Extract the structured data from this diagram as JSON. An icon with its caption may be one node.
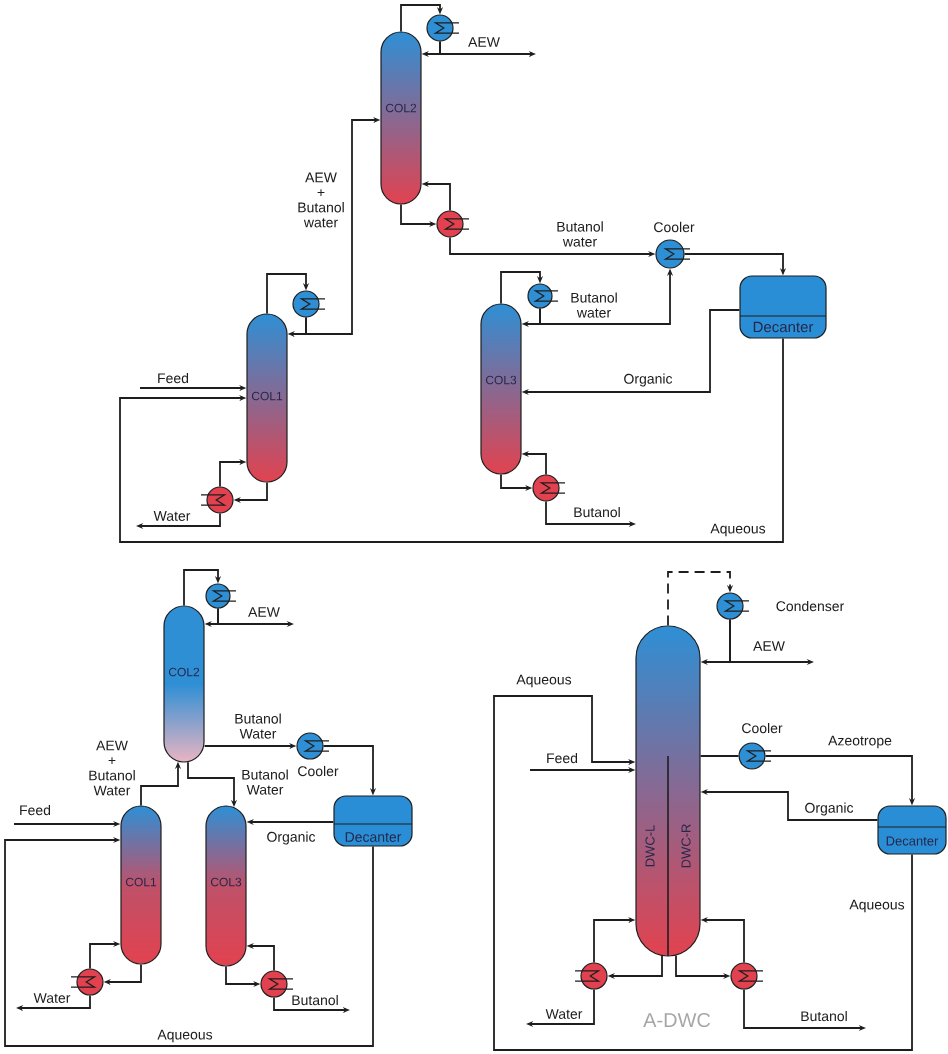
{
  "diagram": {
    "nodes": [
      {
        "text": [
          "COL2"
        ]
      },
      {
        "text": [],
        "shape": "circle"
      },
      {
        "text": [],
        "shape": "circle"
      },
      {
        "text": [
          "COL1"
        ]
      },
      {
        "text": [],
        "shape": "circle"
      },
      {
        "text": [],
        "shape": "circle"
      },
      {
        "text": [
          "COL3"
        ]
      },
      {
        "text": [],
        "shape": "circle"
      },
      {
        "text": [],
        "shape": "circle"
      },
      {
        "text": [],
        "shape": "circle",
        "beside": [
          "Cooler"
        ]
      },
      {
        "text": [
          "Decanter"
        ]
      },
      {
        "text": [
          "COL2"
        ]
      },
      {
        "text": [],
        "shape": "circle"
      },
      {
        "text": [],
        "shape": "circle",
        "beside": [
          "Cooler"
        ]
      },
      {
        "text": [
          "COL1"
        ]
      },
      {
        "text": [
          "COL3"
        ]
      },
      {
        "text": [
          "Decanter"
        ]
      },
      {
        "text": [],
        "shape": "circle"
      },
      {
        "text": [],
        "shape": "circle"
      },
      {
        "text": [],
        "shape": "circle",
        "beside": [
          "Condenser"
        ]
      },
      {
        "text": [
          "DWC-L",
          "DWC-R"
        ]
      },
      {
        "text": [],
        "shape": "circle",
        "beside": [
          "Cooler"
        ]
      },
      {
        "text": [
          "Decanter"
        ]
      },
      {
        "text": [],
        "shape": "circle"
      },
      {
        "text": [],
        "shape": "circle"
      }
    ],
    "edges": [
      {
        "from": 0,
        "to": 1,
        "arrow": "to"
      },
      {
        "from": 1,
        "to": 0,
        "arrow": "to"
      },
      {
        "from": 1,
        "to": null,
        "arrow": "to",
        "label": "AEW"
      },
      {
        "from": 0,
        "to": 2,
        "arrow": "to"
      },
      {
        "from": 2,
        "to": 0,
        "arrow": "to"
      },
      {
        "from": 2,
        "to": 9,
        "arrow": "to",
        "label": "Butanol water"
      },
      {
        "from": 3,
        "to": 4,
        "arrow": "to"
      },
      {
        "from": 4,
        "to": 3,
        "arrow": "to"
      },
      {
        "from": 4,
        "to": 0,
        "arrow": "to",
        "label": "AEW + Butanol water"
      },
      {
        "from": null,
        "to": 3,
        "arrow": "to",
        "label": "Feed"
      },
      {
        "from": 3,
        "to": 5,
        "arrow": "to"
      },
      {
        "from": 5,
        "to": 3,
        "arrow": "to"
      },
      {
        "from": 5,
        "to": null,
        "arrow": "to",
        "label": "Water"
      },
      {
        "from": 6,
        "to": 7,
        "arrow": "to"
      },
      {
        "from": 7,
        "to": 6,
        "arrow": "to"
      },
      {
        "from": 7,
        "to": 9,
        "arrow": "to",
        "label": "Butanol water"
      },
      {
        "from": 6,
        "to": 8,
        "arrow": "to"
      },
      {
        "from": 8,
        "to": 6,
        "arrow": "to"
      },
      {
        "from": 8,
        "to": null,
        "arrow": "to",
        "label": "Butanol"
      },
      {
        "from": 9,
        "to": 10,
        "arrow": "to"
      },
      {
        "from": 10,
        "to": 6,
        "arrow": "to",
        "label": "Organic"
      },
      {
        "from": 10,
        "to": 3,
        "arrow": "to",
        "label": "Aqueous"
      },
      {
        "from": 11,
        "to": 12,
        "arrow": "to"
      },
      {
        "from": 12,
        "to": 11,
        "arrow": "to"
      },
      {
        "from": 12,
        "to": null,
        "arrow": "to",
        "label": "AEW"
      },
      {
        "from": 11,
        "to": 13,
        "arrow": "to",
        "label": "Butanol Water"
      },
      {
        "from": 13,
        "to": 16,
        "arrow": "to"
      },
      {
        "from": 14,
        "to": 11,
        "arrow": "to",
        "label": "AEW + Butanol Water"
      },
      {
        "from": 11,
        "to": 15,
        "arrow": "to",
        "label": "Butanol Water"
      },
      {
        "from": null,
        "to": 14,
        "arrow": "to",
        "label": "Feed"
      },
      {
        "from": 16,
        "to": 14,
        "arrow": "to",
        "label": "Aqueous"
      },
      {
        "from": 16,
        "to": 15,
        "arrow": "to",
        "label": "Organic"
      },
      {
        "from": 14,
        "to": 17,
        "arrow": "to"
      },
      {
        "from": 17,
        "to": 14,
        "arrow": "to"
      },
      {
        "from": 17,
        "to": null,
        "arrow": "to",
        "label": "Water"
      },
      {
        "from": 15,
        "to": 18,
        "arrow": "to"
      },
      {
        "from": 18,
        "to": 15,
        "arrow": "to"
      },
      {
        "from": 18,
        "to": null,
        "arrow": "to",
        "label": "Butanol"
      },
      {
        "from": 20,
        "to": 19,
        "arrow": "to",
        "style": "dashed"
      },
      {
        "from": 19,
        "to": 20,
        "arrow": "to"
      },
      {
        "from": 19,
        "to": null,
        "arrow": "to",
        "label": "AEW"
      },
      {
        "from": null,
        "to": 20,
        "arrow": "to",
        "label": "Feed"
      },
      {
        "from": 20,
        "to": 21,
        "arrow": "none"
      },
      {
        "from": 21,
        "to": 22,
        "arrow": "to",
        "label": "Azeotrope"
      },
      {
        "from": 22,
        "to": 20,
        "arrow": "to",
        "label": "Organic"
      },
      {
        "from": 22,
        "to": 20,
        "arrow": "to",
        "label": "Aqueous"
      },
      {
        "from": 20,
        "to": 23,
        "arrow": "to"
      },
      {
        "from": 23,
        "to": 20,
        "arrow": "to"
      },
      {
        "from": 23,
        "to": null,
        "arrow": "to",
        "label": "Water"
      },
      {
        "from": 20,
        "to": 24,
        "arrow": "to"
      },
      {
        "from": 24,
        "to": 20,
        "arrow": "to"
      },
      {
        "from": 24,
        "to": null,
        "arrow": "to",
        "label": "Butanol"
      }
    ],
    "labels": [
      "Aqueous",
      "A-DWC"
    ]
  }
}
